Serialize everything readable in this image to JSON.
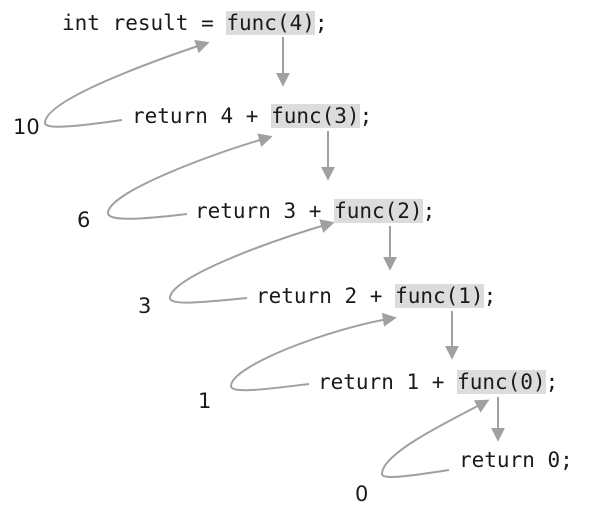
{
  "lines": [
    {
      "before": "int result = ",
      "call": "func(4)",
      "after": ";"
    },
    {
      "before": "return 4 + ",
      "call": "func(3)",
      "after": ";"
    },
    {
      "before": "return 3 + ",
      "call": "func(2)",
      "after": ";"
    },
    {
      "before": "return 2 + ",
      "call": "func(1)",
      "after": ";"
    },
    {
      "before": "return 1 + ",
      "call": "func(0)",
      "after": ";"
    },
    {
      "before": "return 0;",
      "call": "",
      "after": ""
    }
  ],
  "return_values": [
    "10",
    "6",
    "3",
    "1",
    "0"
  ],
  "colors": {
    "arrow": "#a0a0a0",
    "highlight": "#dcdcdc",
    "text": "#1a1a1a"
  }
}
